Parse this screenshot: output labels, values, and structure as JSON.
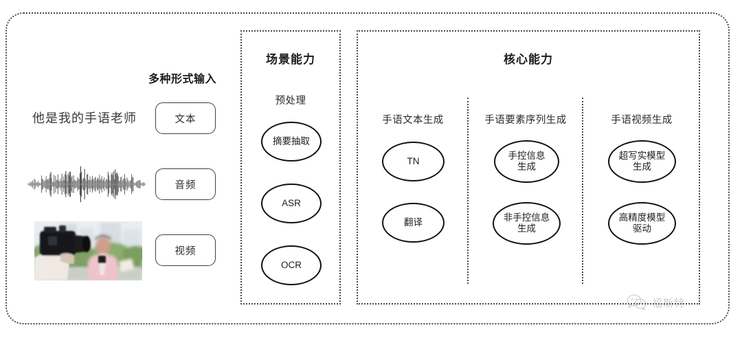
{
  "input_section": {
    "heading": "多种形式输入",
    "sample_text": "他是我的手语老师",
    "waveform_label": "audio-waveform",
    "video_label": "video-thumbnail",
    "modes": [
      {
        "label": "文本"
      },
      {
        "label": "音频"
      },
      {
        "label": "视频"
      }
    ]
  },
  "scene_panel": {
    "title": "场景能力",
    "subtitle": "预处理",
    "nodes": [
      {
        "label": "摘要抽取"
      },
      {
        "label": "ASR"
      },
      {
        "label": "OCR"
      }
    ]
  },
  "core_panel": {
    "title": "核心能力",
    "columns": [
      {
        "subtitle": "手语文本生成",
        "nodes": [
          {
            "label": "TN"
          },
          {
            "label": "翻译"
          }
        ]
      },
      {
        "subtitle": "手语要素序列生成",
        "nodes": [
          {
            "label": "手控信息\n生成"
          },
          {
            "label": "非手控信息\n生成"
          }
        ]
      },
      {
        "subtitle": "手语视频生成",
        "nodes": [
          {
            "label": "超写实模型\n生成"
          },
          {
            "label": "高精度模型\n驱动"
          }
        ]
      }
    ]
  },
  "watermark": {
    "text": "福斯特",
    "icon": "wechat-icon"
  },
  "colors": {
    "border": "#4a4a4a",
    "node_stroke": "#111111",
    "text": "#2b2b2b",
    "background": "#ffffff"
  }
}
